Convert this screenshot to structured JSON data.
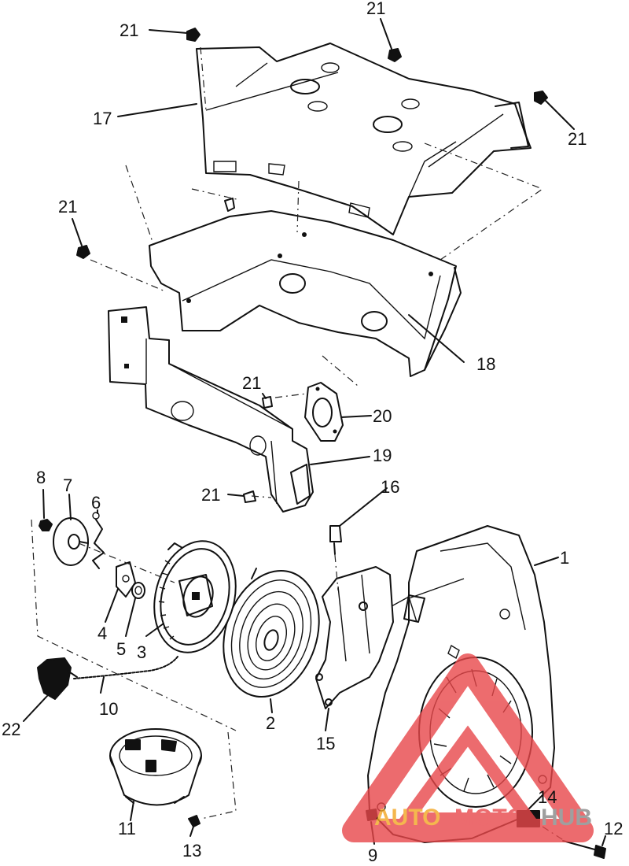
{
  "diagram": {
    "labels": {
      "l1": "1",
      "l2": "2",
      "l3": "3",
      "l4": "4",
      "l5": "5",
      "l6": "6",
      "l7": "7",
      "l8": "8",
      "l9": "9",
      "l10": "10",
      "l11": "11",
      "l12": "12",
      "l13": "13",
      "l14": "14",
      "l15": "15",
      "l16": "16",
      "l17": "17",
      "l18": "18",
      "l19": "19",
      "l20": "20",
      "l22": "22",
      "l21a": "21",
      "l21b": "21",
      "l21c": "21",
      "l21d": "21",
      "l21e": "21",
      "l21f": "21"
    }
  },
  "watermark": {
    "text_auto": "AUTO",
    "text_moto": "MOTO",
    "text_hub": "HUB",
    "color_red": "#e8474a",
    "color_orange": "#f2a623",
    "color_grey": "#888888"
  }
}
